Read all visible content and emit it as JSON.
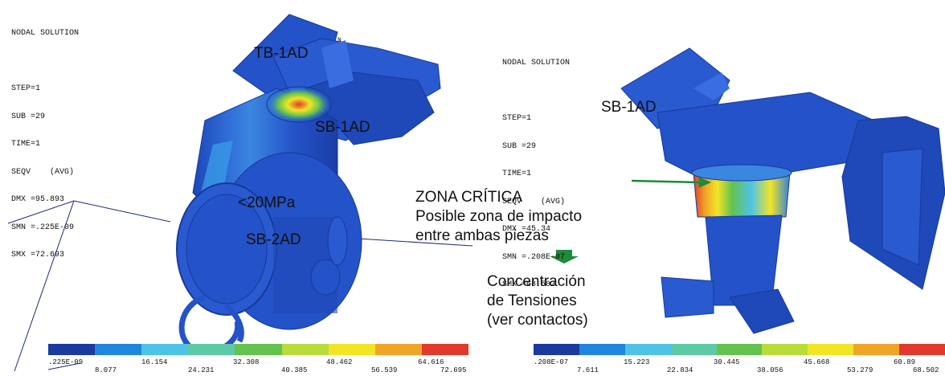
{
  "left_panel": {
    "info": [
      "NODAL SOLUTION",
      "",
      "STEP=1",
      "SUB =29",
      "TIME=1",
      "SEQV    (AVG)",
      "DMX =95.893",
      "SMN =.225E-09",
      "SMX =72.693"
    ],
    "labels": {
      "tb": "TB-1AD",
      "sb1": "SB-1AD",
      "stress": "<20MPa",
      "sb2": "SB-2AD",
      "partial": "N"
    },
    "legend_top": [
      ".225E-09",
      "16.154",
      "32.308",
      "48.462",
      "64.616"
    ],
    "legend_bottom": [
      "8.077",
      "24.231",
      "40.385",
      "56.539",
      "72.695"
    ]
  },
  "right_panel": {
    "info": [
      "NODAL SOLUTION",
      "",
      "STEP=1",
      "SUB =29",
      "TIME=1",
      "SEQV    (AVG)",
      "DMX =45.34",
      "SMN =.208E-07",
      "SMX =68.502"
    ],
    "labels": {
      "sb1": "SB-1AD"
    },
    "legend_top": [
      ".208E-07",
      "15.223",
      "30.445",
      "45.668",
      "60.89"
    ],
    "legend_bottom": [
      "7.611",
      "22.834",
      "38.056",
      "53.279",
      "68.502"
    ]
  },
  "annotation": {
    "zone_title": "ZONA CRÍTICA",
    "zone_line1": "Posible zona de impacto",
    "zone_line2": "entre ambas piezas",
    "conc_line1": "Concentración",
    "conc_line2": "de Tensiones",
    "conc_line3": "(ver contactos)"
  },
  "legend_colors": [
    "#1a3a9e",
    "#1f86e0",
    "#4ec3e6",
    "#5ec9a6",
    "#64c24e",
    "#b8dc3a",
    "#f2e526",
    "#f0a428",
    "#e23a2a"
  ],
  "colors": {
    "part_blue": "#2452c8",
    "part_dark": "#163a9a",
    "arrow_green": "#1e8a3a"
  }
}
